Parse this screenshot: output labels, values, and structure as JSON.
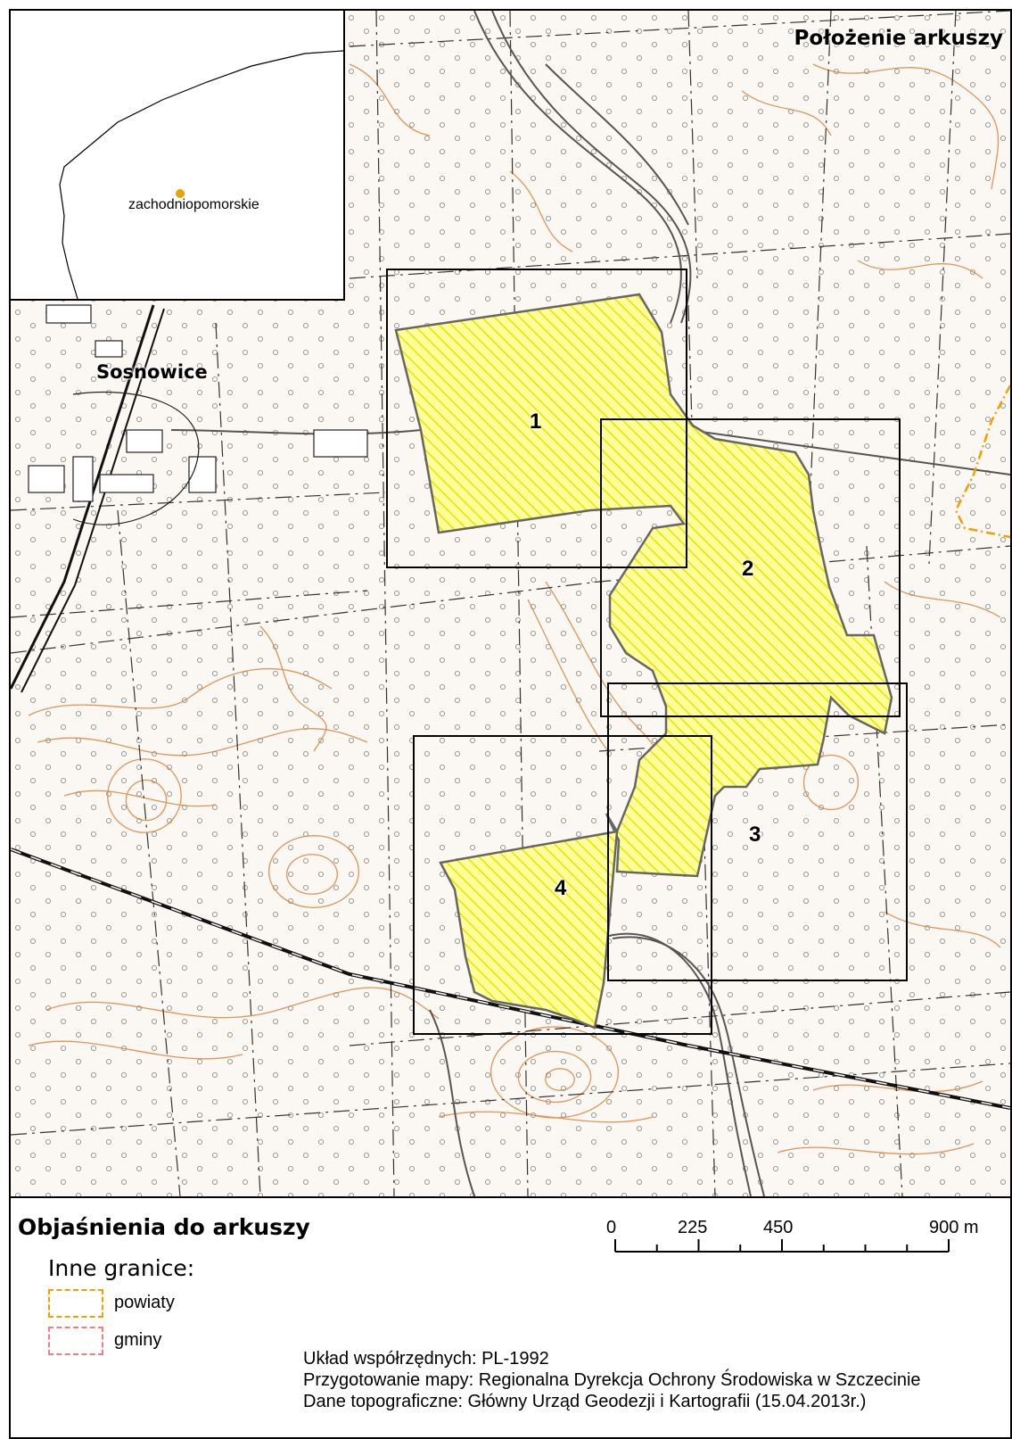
{
  "map": {
    "location_title": "Położenie arkuszy",
    "inset_region_label": "zachodniopomorskie",
    "town_label": "Sosnowice",
    "area_color": "#ffff99",
    "sheet_frame_color": "#000000",
    "contour_color": "#d9843b",
    "sheets": [
      {
        "number": "1"
      },
      {
        "number": "2"
      },
      {
        "number": "3"
      },
      {
        "number": "4"
      }
    ]
  },
  "legend": {
    "title": "Objaśnienia do arkuszy",
    "subtitle": "Inne granice:",
    "items": [
      {
        "label": "powiaty",
        "color": "#f0a000"
      },
      {
        "label": "gminy",
        "color": "#f08080"
      }
    ],
    "scale": {
      "labels": [
        "0",
        "225",
        "450",
        "900 m"
      ],
      "values": [
        0,
        225,
        450,
        900
      ]
    },
    "credits": {
      "crs": "Układ współrzędnych: PL-1992",
      "prepared_by": "Przygotowanie mapy: Regionalna Dyrekcja Ochrony Środowiska w Szczecinie",
      "topo_data": "Dane topograficzne: Główny Urząd Geodezji i Kartografii (15.04.2013r.)"
    }
  }
}
